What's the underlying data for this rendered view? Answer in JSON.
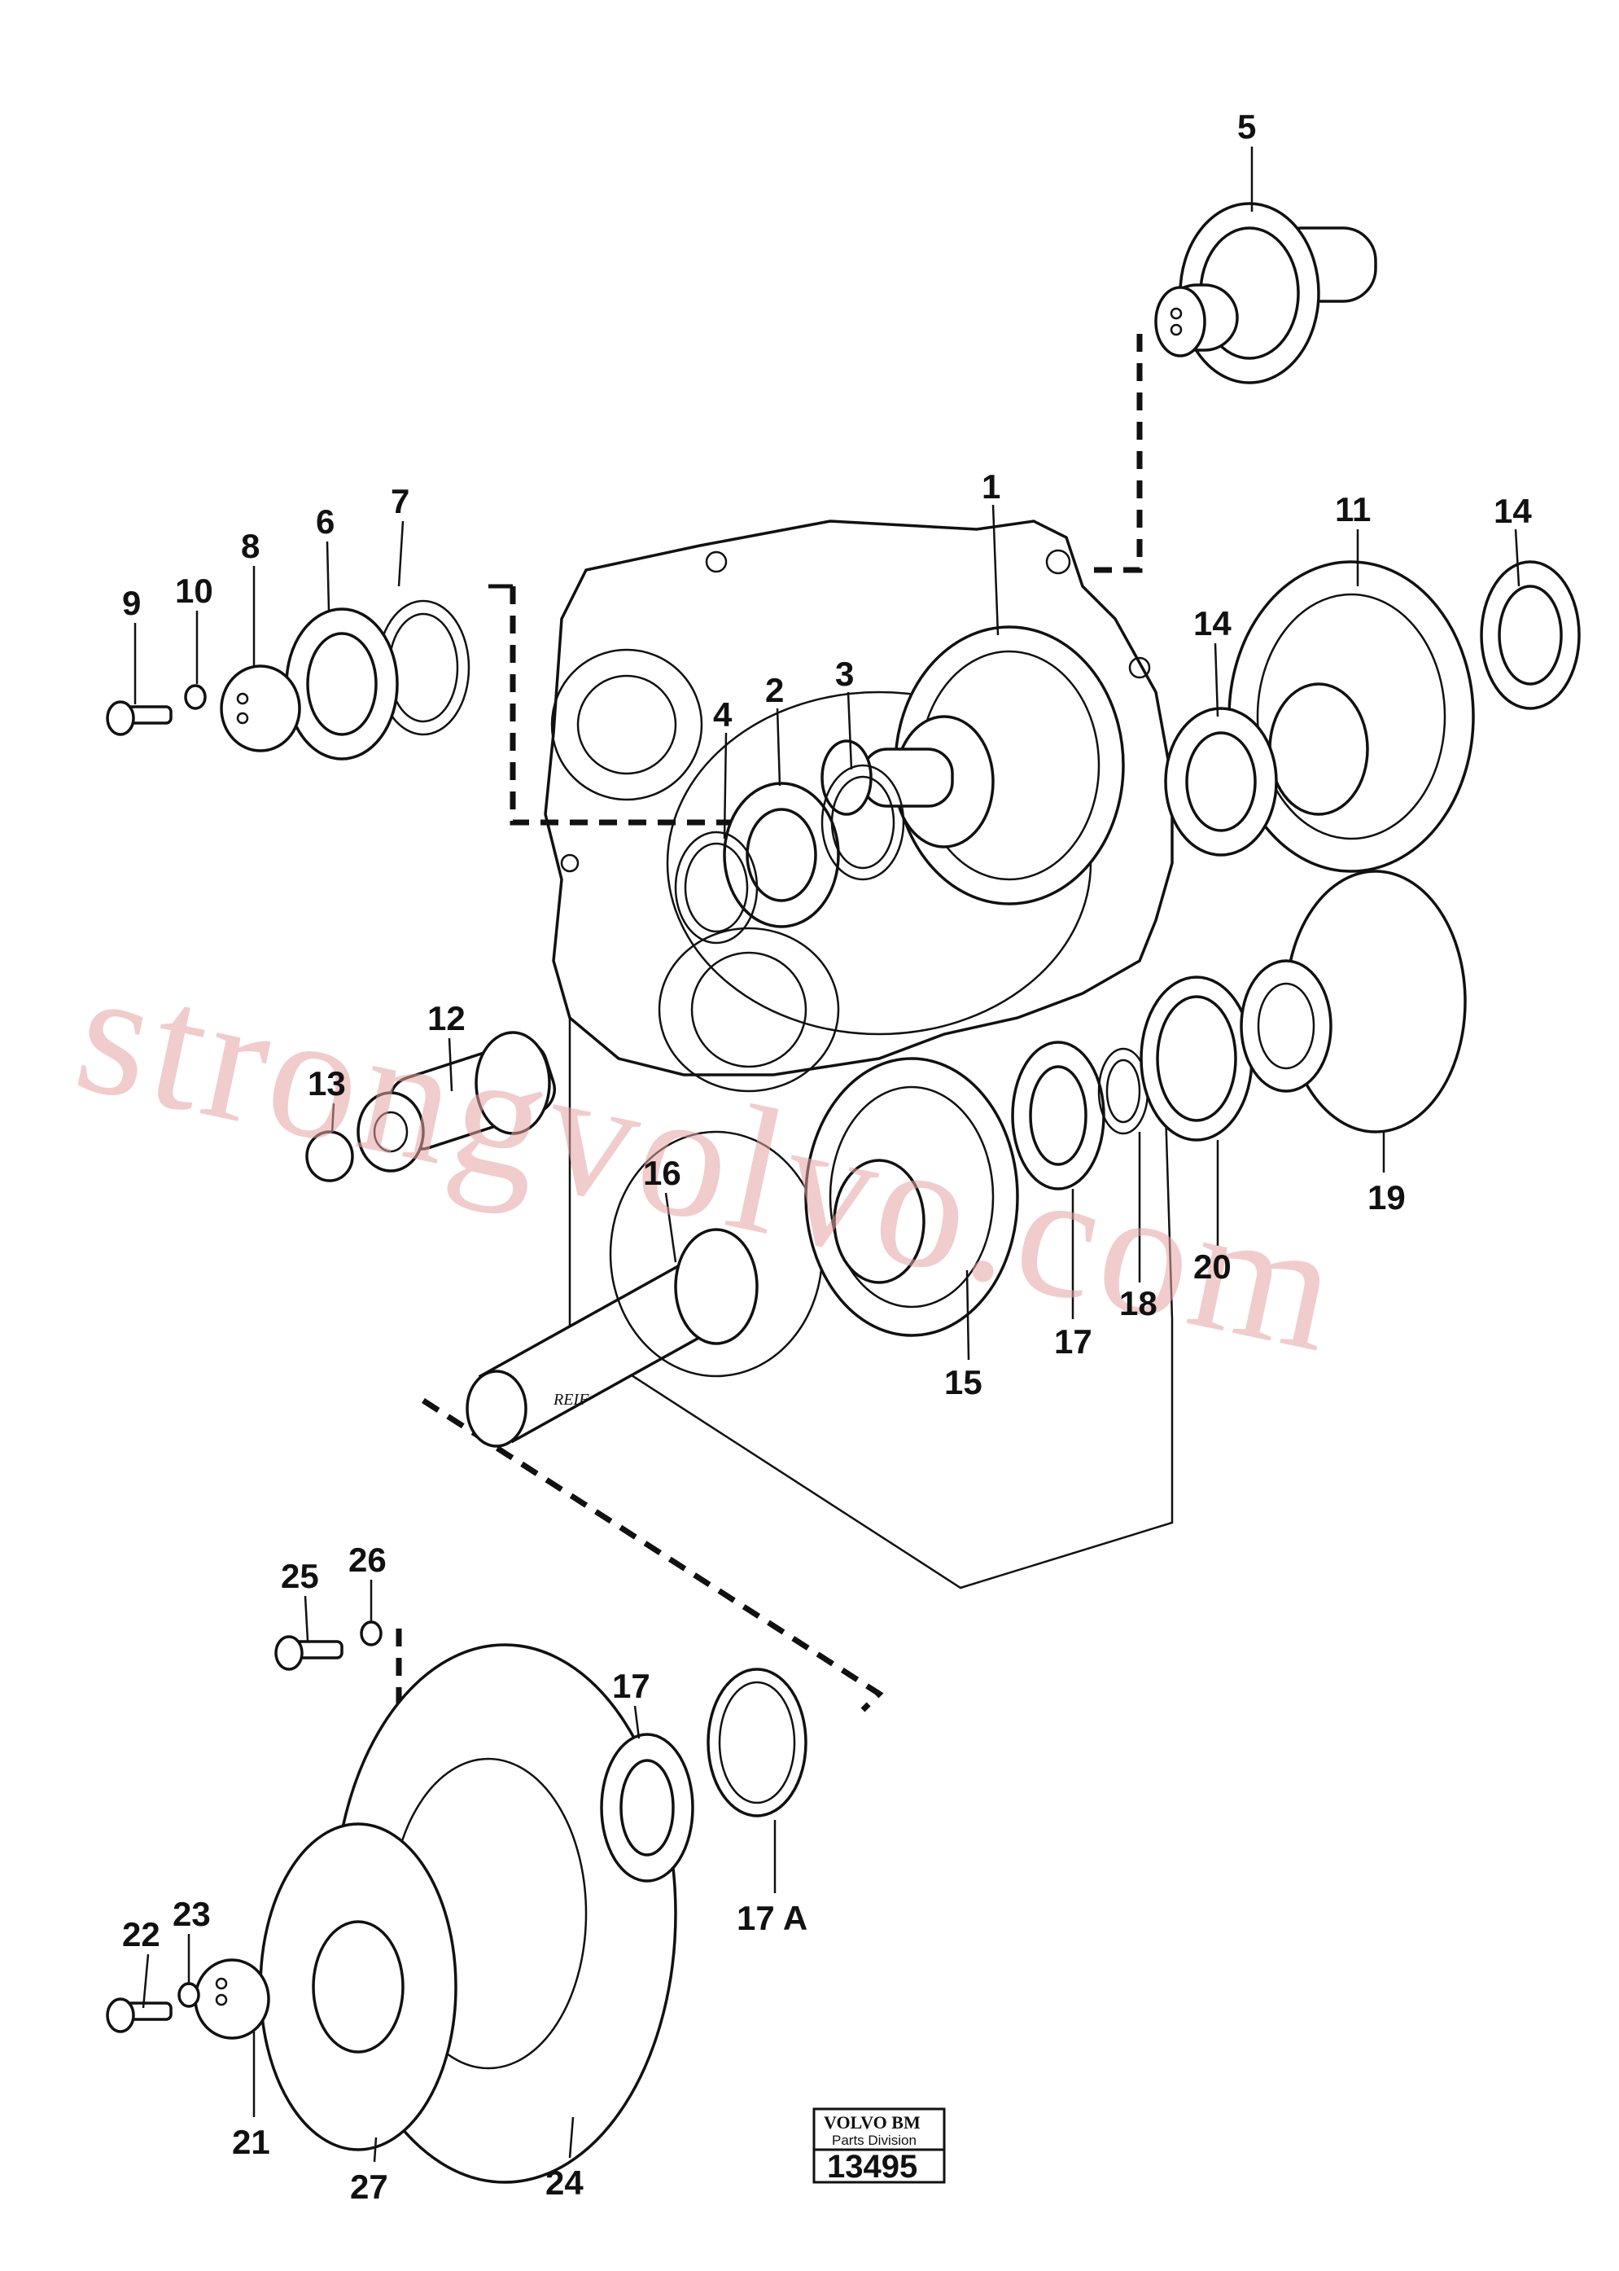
{
  "callouts": [
    {
      "id": "c5",
      "text": "5"
    },
    {
      "id": "c1",
      "text": "1"
    },
    {
      "id": "c11",
      "text": "11"
    },
    {
      "id": "c14a",
      "text": "14"
    },
    {
      "id": "c14b",
      "text": "14"
    },
    {
      "id": "c7",
      "text": "7"
    },
    {
      "id": "c6",
      "text": "6"
    },
    {
      "id": "c8",
      "text": "8"
    },
    {
      "id": "c10",
      "text": "10"
    },
    {
      "id": "c9",
      "text": "9"
    },
    {
      "id": "c2",
      "text": "2"
    },
    {
      "id": "c3",
      "text": "3"
    },
    {
      "id": "c4",
      "text": "4"
    },
    {
      "id": "c12",
      "text": "12"
    },
    {
      "id": "c13",
      "text": "13"
    },
    {
      "id": "c16",
      "text": "16"
    },
    {
      "id": "c19",
      "text": "19"
    },
    {
      "id": "c20",
      "text": "20"
    },
    {
      "id": "c18",
      "text": "18"
    },
    {
      "id": "c17top",
      "text": "17"
    },
    {
      "id": "c15",
      "text": "15"
    },
    {
      "id": "c26",
      "text": "26"
    },
    {
      "id": "c25",
      "text": "25"
    },
    {
      "id": "c17",
      "text": "17"
    },
    {
      "id": "c23",
      "text": "23"
    },
    {
      "id": "c22",
      "text": "22"
    },
    {
      "id": "c17a",
      "text": "17 A"
    },
    {
      "id": "c21",
      "text": "21"
    },
    {
      "id": "c27",
      "text": "27"
    },
    {
      "id": "c24",
      "text": "24"
    }
  ],
  "shaft_marking": "REIF",
  "stamp": {
    "brand": "VOLVO BM",
    "division": "Parts Division",
    "number": "13495"
  },
  "watermark": "strongvolvo.com",
  "colors": {
    "ink": "#111111",
    "watermark": "#e6a3a3",
    "background": "#ffffff"
  }
}
